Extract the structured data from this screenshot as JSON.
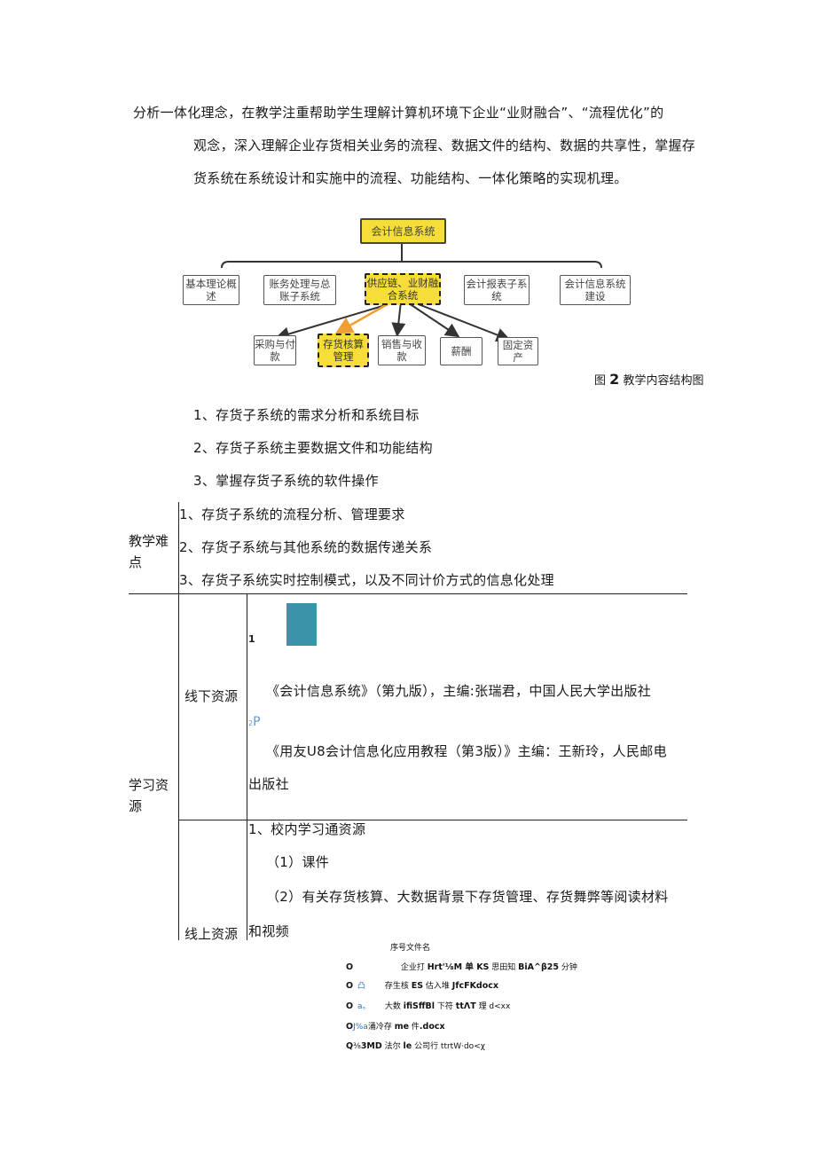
{
  "intro": {
    "line1": "分析一体化理念，在教学注重帮助学生理解计算机环境下企业“业财融合”、“流程优化”的",
    "line2": "观念，深入理解企业存货相关业务的流程、数据文件的结构、数据的共享性，掌握存",
    "line3": "货系统在系统设计和实施中的流程、功能结构、一体化策略的实现机理。"
  },
  "diagram": {
    "root": "会计信息系统",
    "level1": [
      "基本理论概述",
      "账务处理与总账子系统",
      "供应链、业财融合系统",
      "会计报表子系统",
      "会计信息系统建设"
    ],
    "level2": [
      "采购与付款",
      "存货核算管理",
      "销售与收款",
      "薪酬",
      "固定资产"
    ],
    "colors": {
      "highlight": "#f6dd3a",
      "arrow": "#f0a030"
    }
  },
  "caption": {
    "prefix": "图",
    "number": "2",
    "text": "教学内容结构图"
  },
  "key_points": [
    "1、存货子系统的需求分析和系统目标",
    "2、存货子系统主要数据文件和功能结构",
    "3、掌握存货子系统的软件操作"
  ],
  "difficulties": {
    "label_line1": "教学难",
    "label_line2": "点",
    "items": [
      "1、存货子系统的流程分析、管理要求",
      "2、存货子系统与其他系统的数据传递关系",
      "3、存货子系统实时控制模式，以及不同计价方式的信息化处理"
    ]
  },
  "resources": {
    "label_line1": "学习资",
    "label_line2": "源",
    "offline": {
      "label": "线下资源",
      "num1": "1",
      "book1": "《会计信息系统》（第九版），主编:张瑞君，中国人民大学出版社",
      "num2": "2",
      "num2_mark": "P",
      "book2_line1": "《用友U8会计信息化应用教程（第3版）》主编：王新玲，人民邮电",
      "book2_line2": "出版社"
    },
    "online": {
      "label": "线上资源",
      "item1": "1、校内学习通资源",
      "sub1": "（1）课件",
      "sub2_line1": "（2）有关存货核算、大数据背景下存货管理、存货舞弊等阅读材料",
      "sub2_line2": "和视频"
    }
  },
  "file_list": {
    "header": "序号文件名",
    "rows": [
      {
        "prefix": "O",
        "icon": "",
        "text_pre": "企业打 ",
        "text_bold": "Hrt'⅛M 单 KS",
        "text_post": " 思田知 ",
        "text_bold2": "BiA^β25",
        "text_end": " 分钟"
      },
      {
        "prefix": "O",
        "icon": "凸",
        "text_pre": "存生核 ",
        "text_bold": "ES",
        "text_post": " 估入堆 ",
        "text_bold2": "JfcFKdocx",
        "text_end": ""
      },
      {
        "prefix": "O",
        "icon": "a。",
        "text_pre": "大数 ",
        "text_bold": "ifiSffBl",
        "text_post": " 下符 ",
        "text_bold2": "ttΛT",
        "text_end": " 理 d<xx"
      },
      {
        "prefix": "O",
        "icon": "J%a",
        "text_pre": "涌冷存 ",
        "text_bold": "me",
        "text_post": " 件",
        "text_bold2": ".docx",
        "text_end": ""
      },
      {
        "prefix": "Q",
        "icon": "⅜",
        "text_pre": "",
        "text_bold": "3MD",
        "text_post": " 法尔 ",
        "text_bold2": "le",
        "text_end": " 公司行 ttrtW·do<χ"
      }
    ]
  }
}
